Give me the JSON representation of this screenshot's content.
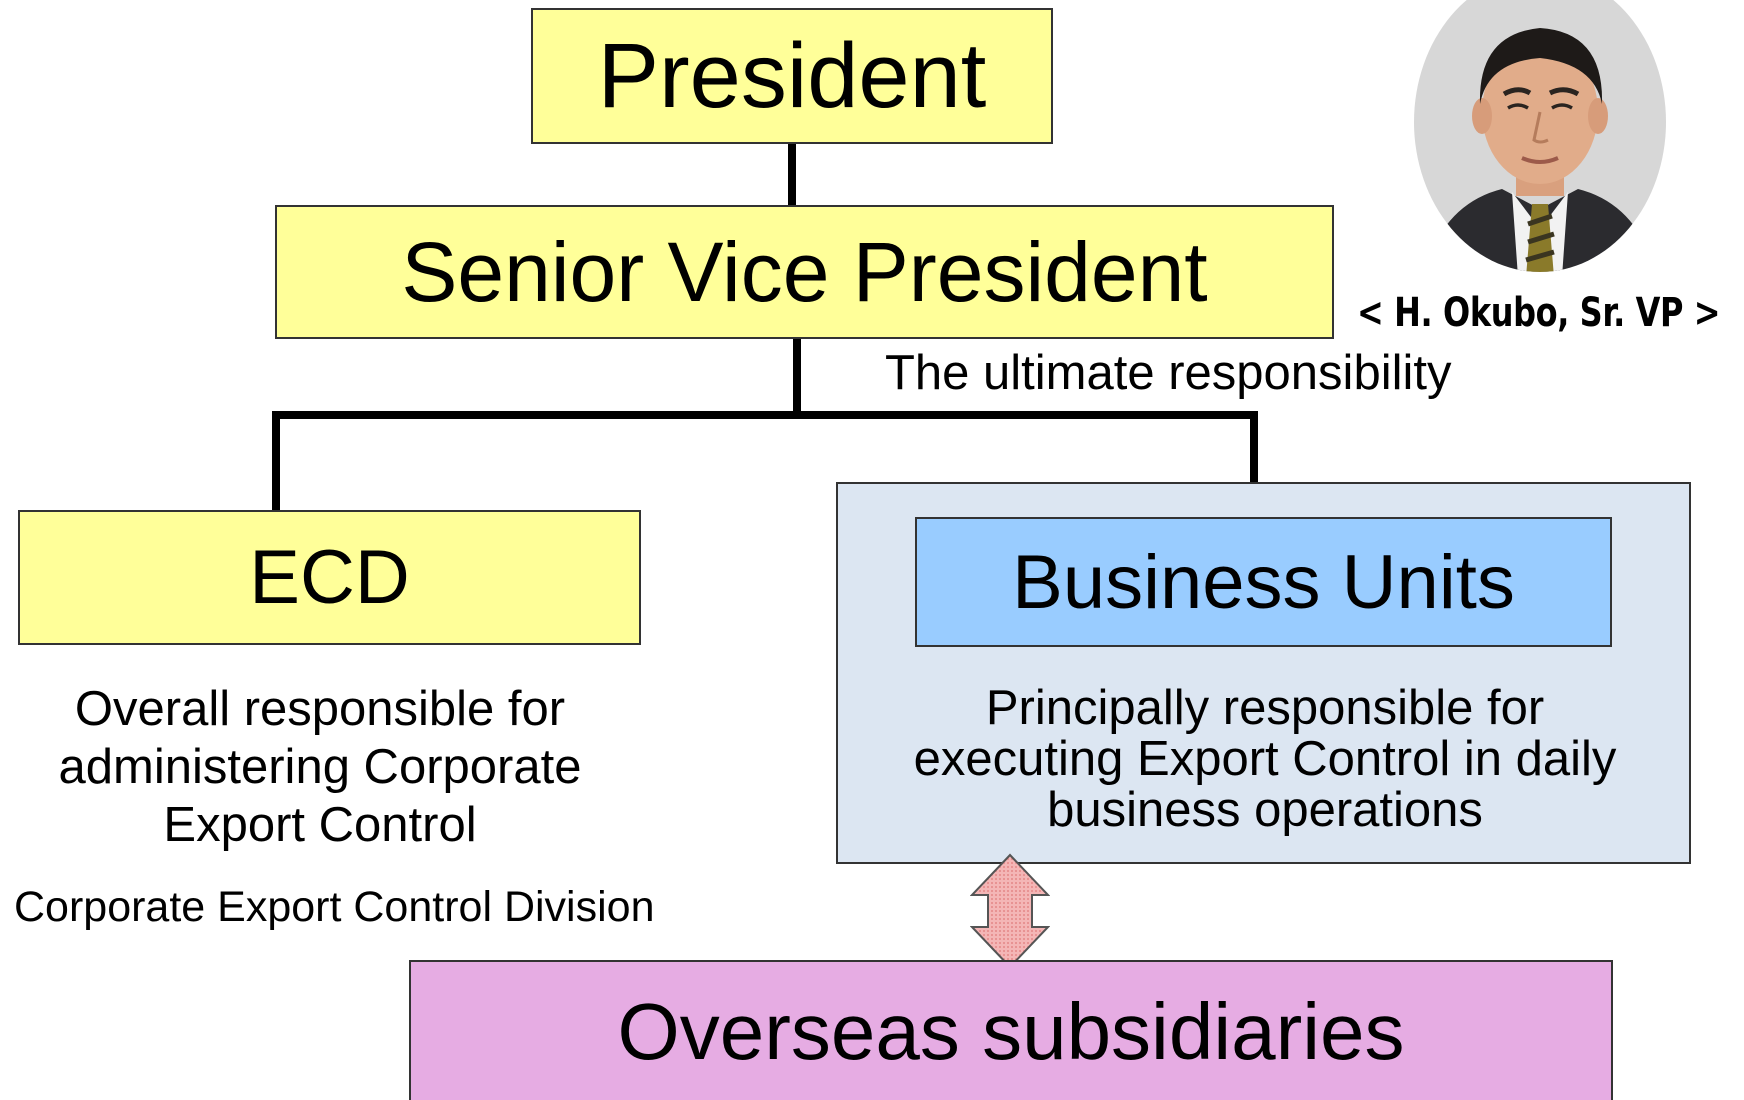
{
  "chart": {
    "president": "President",
    "senior_vp": "Senior Vice President",
    "ultimate_responsibility": "The ultimate responsibility",
    "photo_caption": "< H. Okubo, Sr. VP >",
    "ecd": {
      "title": "ECD",
      "description": "Overall responsible for administering Corporate Export Control",
      "full_name": "Corporate Export Control Division"
    },
    "business_units": {
      "title": "Business Units",
      "description": "Principally responsible for executing Export Control in daily business operations"
    },
    "overseas": "Overseas subsidiaries"
  },
  "colors": {
    "yellow_box": "#ffff99",
    "business_units_box": "#99ccff",
    "business_units_panel": "#dce6f2",
    "overseas_box": "#e6ace3",
    "arrow_fill": "#f4b6b6"
  }
}
